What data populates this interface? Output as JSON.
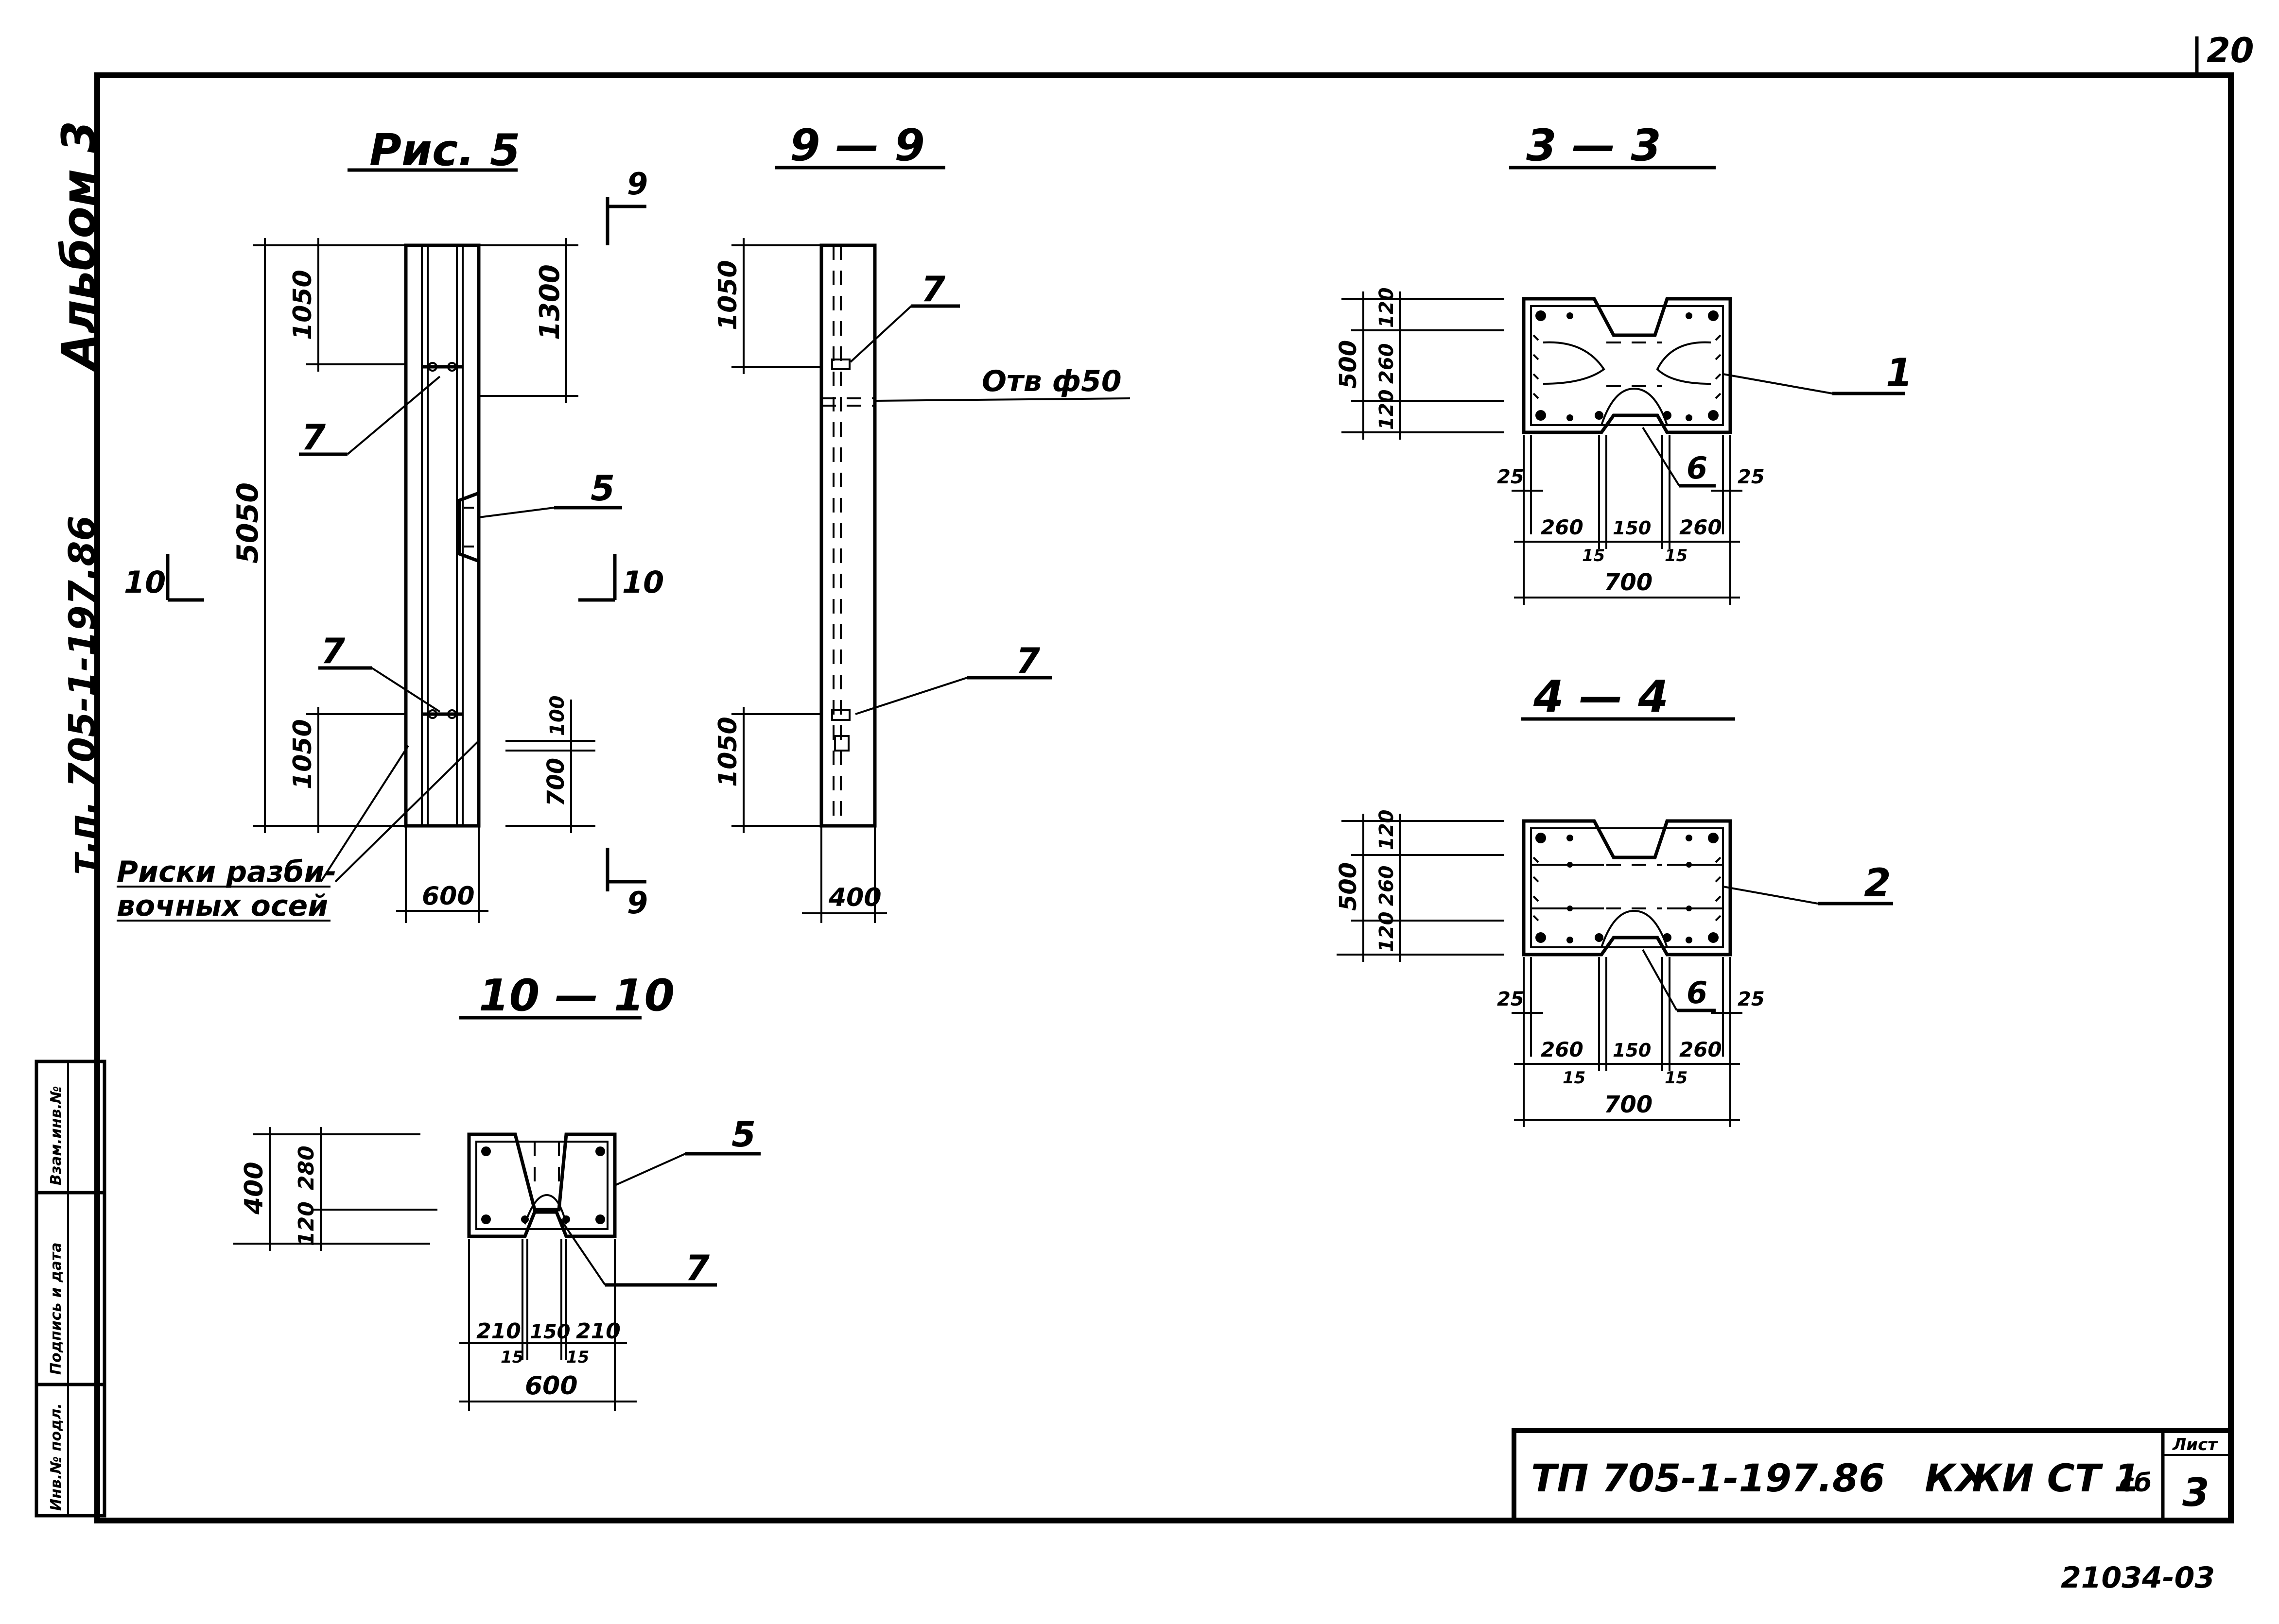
{
  "sheet": {
    "sheet_corner_number": "20",
    "album_label": "Альбом 3",
    "project_side_label": "т.п. 705-1-197.86",
    "bottom_number": "21034-03"
  },
  "stamp_column": {
    "col1": "Инв.№ подл.",
    "col2": "Подпись и дата",
    "col3": "Взам.инв.№"
  },
  "title_block": {
    "code": "ТП 705-1-197.86",
    "mark": "КЖИ СТ 1",
    "suffix": "сб",
    "sheet_label": "Лист",
    "sheet_number": "3"
  },
  "views": {
    "fig5": {
      "title": "Рис. 5",
      "dims": {
        "top": "1050",
        "right_top": "1300",
        "height": "5050",
        "bottom": "1050",
        "small_100": "100",
        "small_700": "700",
        "width": "600"
      },
      "callouts": {
        "c7_top": "7",
        "c5": "5",
        "c7_bottom": "7"
      },
      "note_line1": "Риски разби-",
      "note_line2": "вочных осей",
      "cut_9_top": "9",
      "cut_9_bottom": "9",
      "cut_10_left": "10",
      "cut_10_right": "10"
    },
    "section_9": {
      "title": "9 — 9",
      "dims": {
        "top": "1050",
        "bottom": "1050",
        "width": "400"
      },
      "callouts": {
        "c7_top": "7",
        "c7_bottom": "7"
      },
      "hole_label": "Отв ф50"
    },
    "section_3": {
      "title": "3 — 3",
      "dims": {
        "h120": "120",
        "h260": "260",
        "h120b": "120",
        "total": "500",
        "w25l": "25",
        "w25r": "25",
        "w260l": "260",
        "w150": "150",
        "w260r": "260",
        "w15l": "15",
        "w15r": "15",
        "w700": "700"
      },
      "callouts": {
        "c1": "1",
        "c6": "6"
      }
    },
    "section_4": {
      "title": "4 — 4",
      "dims": {
        "h120": "120",
        "h260": "260",
        "h120b": "120",
        "total": "500",
        "w25l": "25",
        "w25r": "25",
        "w260l": "260",
        "w150": "150",
        "w260r": "260",
        "w15l": "15",
        "w15r": "15",
        "w700": "700"
      },
      "callouts": {
        "c2": "2",
        "c6": "6"
      }
    },
    "section_10": {
      "title": "10 — 10",
      "dims": {
        "h280": "280",
        "h120": "120",
        "total": "400",
        "w210l": "210",
        "w150": "150",
        "w210r": "210",
        "w15l": "15",
        "w15r": "15",
        "w600": "600"
      },
      "callouts": {
        "c5": "5",
        "c7": "7"
      }
    }
  }
}
